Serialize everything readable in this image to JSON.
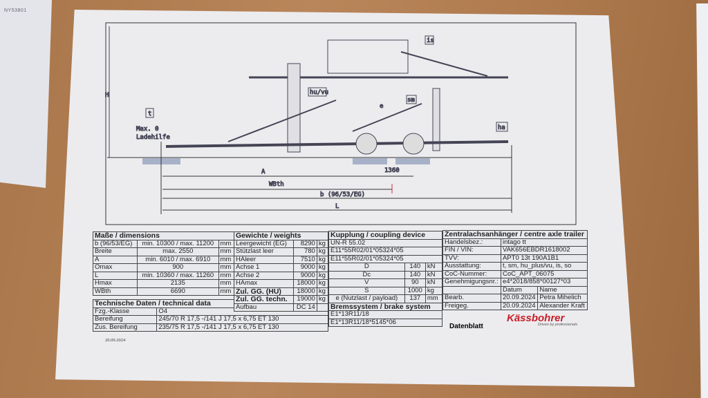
{
  "side_label": "NY53801",
  "drawing": {
    "labels": {
      "is": "is",
      "hu_vu": "hu/vu",
      "sm": "sm",
      "e": "e",
      "t": "t",
      "ha": "ha",
      "max0": "Max. 0",
      "ladehilfe": "Ladehilfe",
      "A": "A",
      "d1360": "1360",
      "WBth": "WBth",
      "b": "b (96/53/EG)",
      "L": "L",
      "H": "H"
    }
  },
  "dimensions": {
    "title": "Maße / dimensions",
    "rows": [
      [
        "b (96/53/EG)",
        "min. 10300 / max. 11200",
        "mm"
      ],
      [
        "Breite",
        "max. 2550",
        "mm"
      ],
      [
        "A",
        "min. 6010 / max. 6910",
        "mm"
      ],
      [
        "Omax",
        "900",
        "mm"
      ],
      [
        "L",
        "min. 10360 / max. 11260",
        "mm"
      ],
      [
        "Hmax",
        "2135",
        "mm"
      ],
      [
        "WBth",
        "6690",
        "mm"
      ]
    ]
  },
  "technical": {
    "title": "Technische Daten / technical data",
    "rows": [
      [
        "Fzg.-Klasse",
        "O4"
      ],
      [
        "Bereifung",
        "245/70 R 17,5 -/141 J 17,5 x 6,75 ET 130"
      ],
      [
        "Zus. Bereifung",
        "235/75 R 17,5 -/141 J 17,5 x 6,75 ET 130"
      ]
    ]
  },
  "weights": {
    "title": "Gewichte / weights",
    "rows": [
      [
        "Leergewicht (EG)",
        "8290",
        "kg"
      ],
      [
        "Stützlast leer",
        "780",
        "kg"
      ],
      [
        "HAleer",
        "7510",
        "kg"
      ],
      [
        "Achse 1",
        "9000",
        "kg"
      ],
      [
        "Achse 2",
        "9000",
        "kg"
      ],
      [
        "HAmax",
        "18000",
        "kg"
      ],
      [
        "Zul. GG. (HU)",
        "18000",
        "kg"
      ],
      [
        "Zul. GG. techn.",
        "19000",
        "kg"
      ],
      [
        "Aufbau",
        "DC 14",
        ""
      ]
    ]
  },
  "coupling": {
    "title": "Kupplung / coupling device",
    "lines": [
      "UN-R 55.02",
      "E11*55R02/01*05324*05",
      "E11*55R02/01*05324*05"
    ],
    "rows": [
      [
        "D",
        "140",
        "kN"
      ],
      [
        "Dc",
        "140",
        "kN"
      ],
      [
        "V",
        "90",
        "kN"
      ],
      [
        "S",
        "1000",
        "kg"
      ]
    ],
    "payload": [
      "e (Nutzlast / payload)",
      "137",
      "mm"
    ]
  },
  "brake": {
    "title": "Bremssystem / brake system",
    "lines": [
      "E1*13R11/18",
      "E1*13R11/18*5145*06"
    ]
  },
  "trailer": {
    "title": "Zentralachsanhänger / centre axle trailer",
    "rows": [
      [
        "Handelsbez.:",
        "intago tt"
      ],
      [
        "FIN / VIN:",
        "VAK656EBDR1618002"
      ],
      [
        "TVV:",
        "APT0  13t  190A1B1"
      ],
      [
        "Ausstattung:",
        "t, sm, hu_plus/vu, is, so"
      ],
      [
        "CoC-Nummer:",
        "CoC_APT_06075"
      ],
      [
        "Genehmigungsnr.:",
        "e4*2018/858*00127*03"
      ]
    ],
    "sign_header": [
      "",
      "Datum",
      "Name"
    ],
    "sign_rows": [
      [
        "Bearb.",
        "20.09.2024",
        "Petra Mihelich"
      ],
      [
        "Freigeg.",
        "20.09.2024",
        "Alexander Kraft"
      ]
    ],
    "sheet": "Datenblatt",
    "brand": "Kässbohrer",
    "tagline": "Driven by professionals"
  },
  "print_date": "20.09.2024"
}
